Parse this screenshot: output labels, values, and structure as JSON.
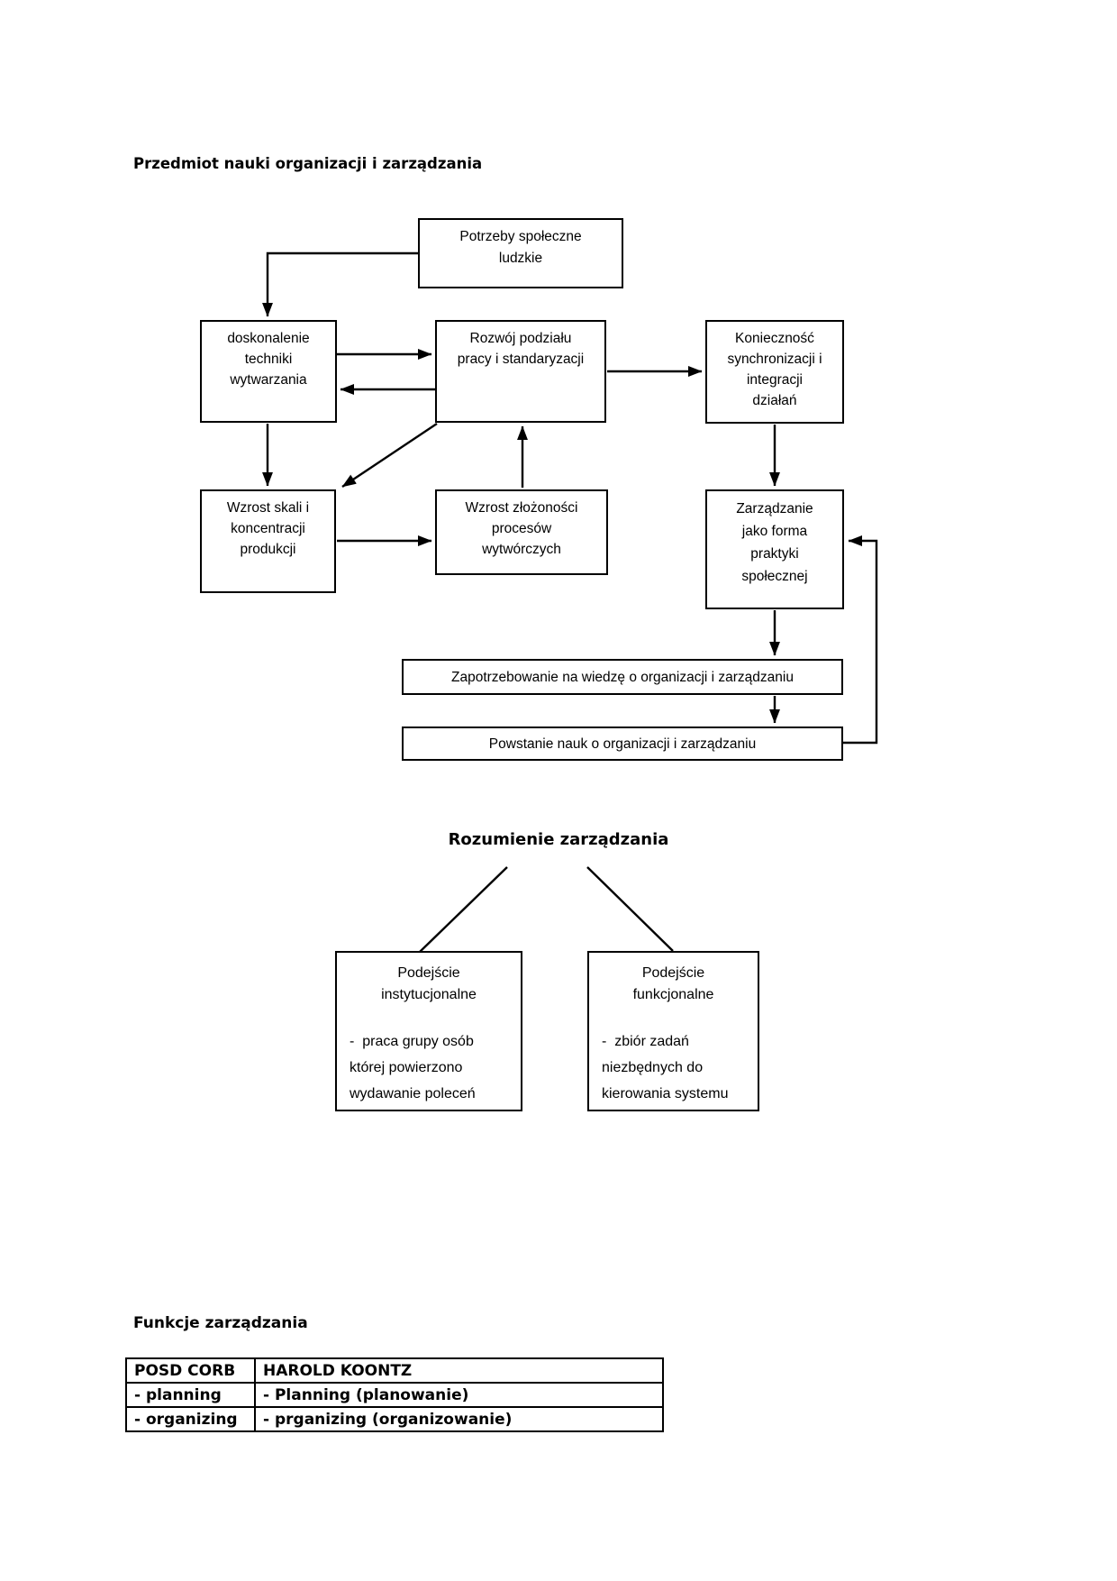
{
  "page": {
    "title": "Przedmiot nauki organizacji i zarządzania"
  },
  "flowchart": {
    "boxes": {
      "potrzeby": "Potrzeby społeczne\nludzkie",
      "doskonalenie": "doskonalenie\ntechniki\nwytwarzania",
      "rozwoj": "Rozwój podziału\npracy i standaryzacji",
      "koniecznosc": "Konieczność\nsynchronizacji i\nintegracji\ndziałań",
      "wzrost_skali": "Wzrost skali i\nkoncentracji\nprodukcji",
      "wzrost_zlozonosci": "Wzrost złożoności\nprocesów\nwytwórczych",
      "zarzadzanie": "Zarządzanie\njako forma\npraktyki\nspołecznej",
      "zapotrzebowanie": "Zapotrzebowanie na wiedzę o organizacji i zarządzaniu",
      "powstanie": "Powstanie nauk o organizacji i zarządzaniu"
    }
  },
  "understanding": {
    "heading": "Rozumienie zarządzania",
    "institutional": {
      "title": "Podejście\ninstytucjonalne",
      "body": "-  praca grupy osób\nktórej powierzono\nwydawanie poleceń"
    },
    "functional": {
      "title": "Podejście\nfunkcjonalne",
      "body": "-  zbiór zadań\nniezbędnych do\nkierowania systemu"
    }
  },
  "functions": {
    "heading": "Funkcje zarządzania",
    "table": {
      "headers": [
        "POSD CORB",
        "HAROLD KOONTZ"
      ],
      "rows": [
        [
          "- planning",
          "- Planning (planowanie)"
        ],
        [
          "- organizing",
          "- prganizing (organizowanie)"
        ]
      ]
    }
  }
}
